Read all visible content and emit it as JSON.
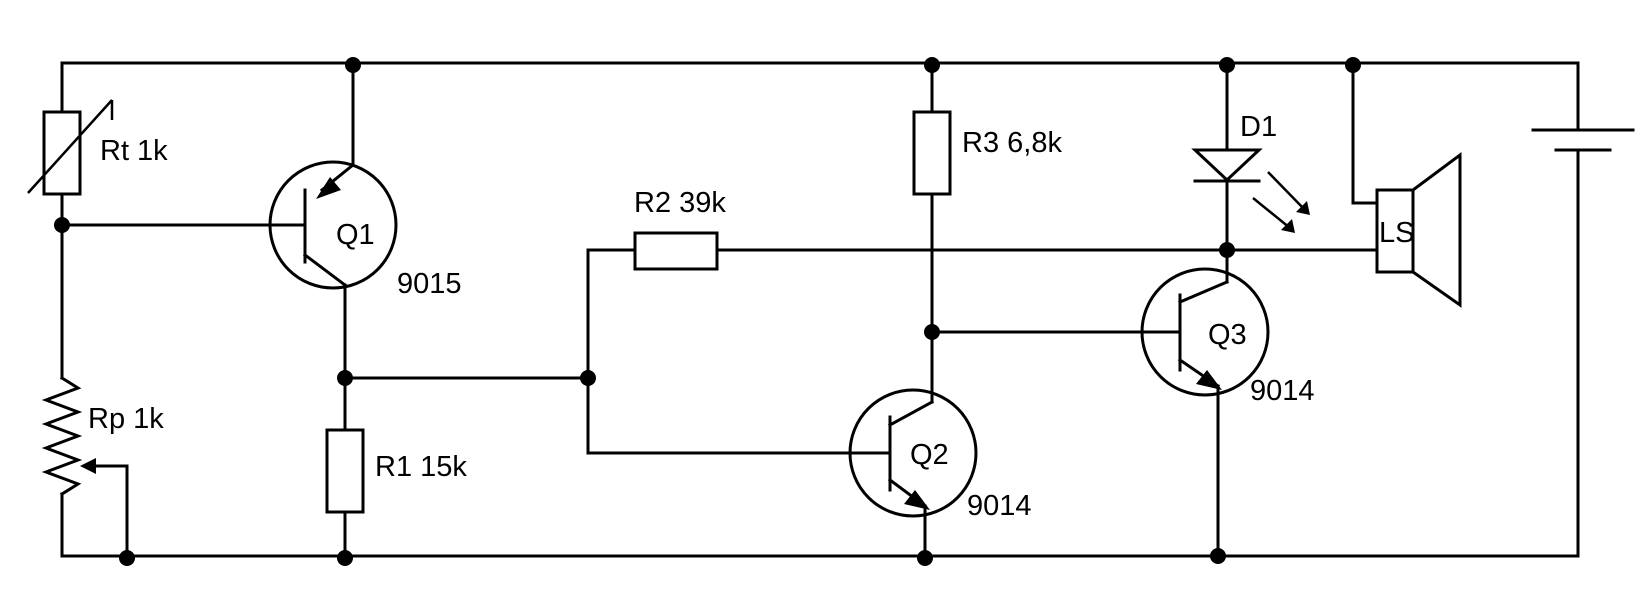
{
  "components": {
    "rt": {
      "name": "Rt",
      "value": "1k"
    },
    "rp": {
      "name": "Rp",
      "value": "1k"
    },
    "r1": {
      "name": "R1",
      "value": "15k"
    },
    "r2": {
      "name": "R2",
      "value": "39k"
    },
    "r3": {
      "name": "R3",
      "value": "6,8k"
    },
    "d1": {
      "name": "D1"
    },
    "ls": {
      "name": "LS"
    },
    "q1": {
      "name": "Q1",
      "part": "9015"
    },
    "q2": {
      "name": "Q2",
      "part": "9014"
    },
    "q3": {
      "name": "Q3",
      "part": "9014"
    }
  },
  "labels": {
    "rt": "Rt 1k",
    "rp": "Rp 1k",
    "r1": "R1 15k",
    "r2": "R2 39k",
    "r3": "R3 6,8k",
    "d1": "D1",
    "ls": "LS",
    "q1": "Q1",
    "q1_part": "9015",
    "q2": "Q2",
    "q2_part": "9014",
    "q3": "Q3",
    "q3_part": "9014"
  }
}
